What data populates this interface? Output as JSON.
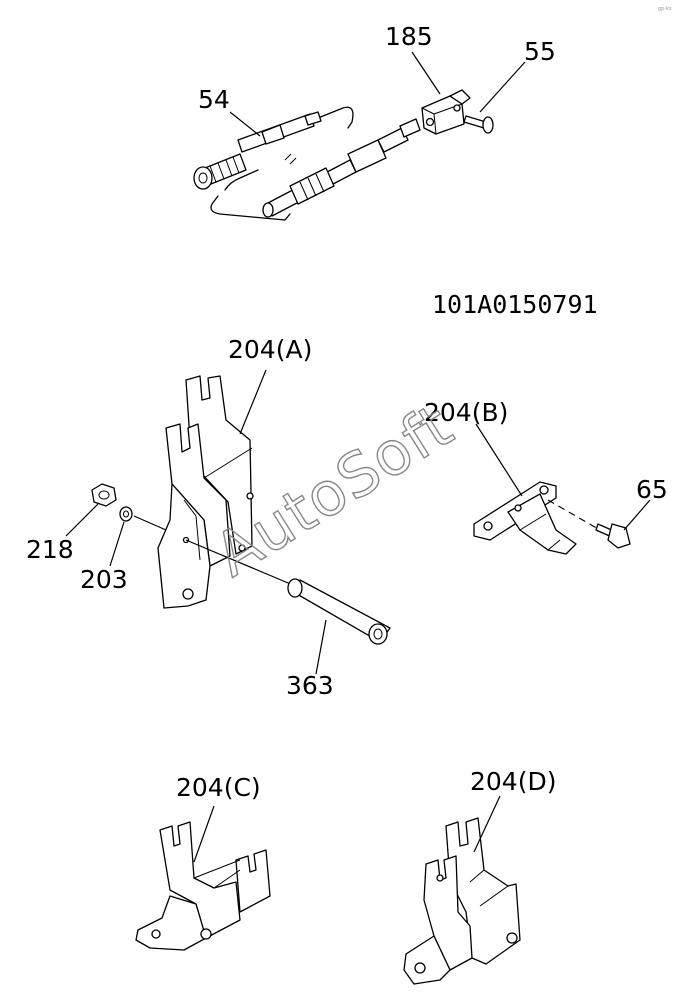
{
  "diagram": {
    "drawing_code": "101A0150791",
    "watermark": "AutoSoft",
    "corner_mark": "gp-ks",
    "callouts": {
      "c185": "185",
      "c55": "55",
      "c54": "54",
      "c204a": "204(A)",
      "c204b": "204(B)",
      "c65": "65",
      "c218": "218",
      "c203": "203",
      "c363": "363",
      "c204c": "204(C)",
      "c204d": "204(D)"
    },
    "colors": {
      "line": "#000000",
      "background": "#ffffff",
      "watermark": "#888888"
    }
  }
}
